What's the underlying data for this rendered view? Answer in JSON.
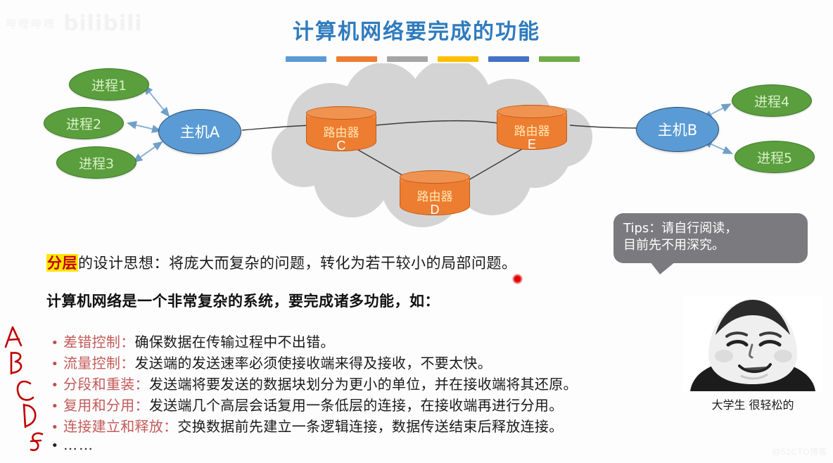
{
  "slide": {
    "title": "计算机网络要完成的功能",
    "title_color": "#2f7bbf",
    "accent_bars": [
      "#5b9bd5",
      "#ed7d31",
      "#a5a5a5",
      "#ffc000",
      "#4472c4",
      "#70ad47"
    ]
  },
  "watermarks": {
    "top_left": "bilibili",
    "top_left_cn": "哔哩哔哩",
    "bottom_right": "@51CTO博客"
  },
  "diagram": {
    "processes_left": [
      {
        "label": "进程1"
      },
      {
        "label": "进程2"
      },
      {
        "label": "进程3"
      }
    ],
    "processes_right": [
      {
        "label": "进程4"
      },
      {
        "label": "进程5"
      }
    ],
    "host_left": "主机A",
    "host_right": "主机B",
    "routers": [
      {
        "label": "路由器",
        "letter": "C"
      },
      {
        "label": "路由器",
        "letter": "D"
      },
      {
        "label": "路由器",
        "letter": "E"
      }
    ],
    "colors": {
      "process_fill": "#5a9e3d",
      "host_fill": "#5b9bd5",
      "router_fill": "#ed7d31",
      "cloud_fill": "#d4d4d4"
    }
  },
  "tips": {
    "line1": "Tips：请自行阅读，",
    "line2": "目前先不用深究。"
  },
  "content": {
    "paragraph_highlight": "分层",
    "paragraph_rest": "的设计思想：将庞大而复杂的问题，转化为若干较小的局部问题。",
    "subheading": "计算机网络是一个非常复杂的系统，要完成诸多功能，如：",
    "bullets": [
      {
        "marker": "•",
        "key": "差错控制：",
        "desc": "确保数据在传输过程中不出错。"
      },
      {
        "marker": "•",
        "key": "流量控制：",
        "desc": "发送端的发送速率必须使接收端来得及接收，不要太快。"
      },
      {
        "marker": "•",
        "key": "分段和重装：",
        "desc": "发送端将要发送的数据块划分为更小的单位，并在接收端将其还原。"
      },
      {
        "marker": "•",
        "key": "复用和分用：",
        "desc": "发送端几个高层会话复用一条低层的连接，在接收端再进行分用。"
      },
      {
        "marker": "•",
        "key": "连接建立和释放：",
        "desc": "交换数据前先建立一条逻辑连接，数据传送结束后释放连接。"
      },
      {
        "marker": "•",
        "key": "……",
        "desc": ""
      }
    ]
  },
  "annotations": {
    "handwritten_letters": [
      "A",
      "B",
      "C",
      "D",
      "E"
    ],
    "ink_color": "#c00000"
  },
  "meme": {
    "caption": "大学生 很轻松的"
  }
}
